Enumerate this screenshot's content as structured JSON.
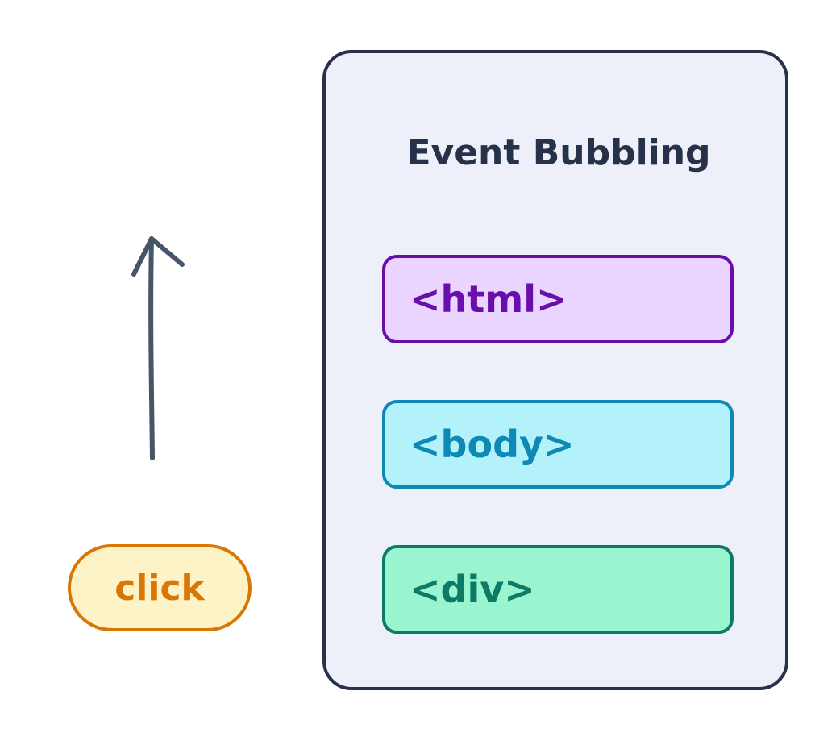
{
  "diagram": {
    "title": "Event Bubbling",
    "trigger": {
      "label": "click",
      "colors": {
        "fill": "#fef3c7",
        "stroke": "#d97706"
      }
    },
    "arrow": {
      "direction": "up",
      "color": "#475569"
    },
    "layers": [
      {
        "label": "<html>",
        "colors": {
          "fill": "#e9d5ff",
          "stroke": "#6a0dad"
        }
      },
      {
        "label": "<body>",
        "colors": {
          "fill": "#b3f2fb",
          "stroke": "#0e88b4"
        }
      },
      {
        "label": "<div>",
        "colors": {
          "fill": "#98f5cf",
          "stroke": "#0d7a65"
        }
      }
    ],
    "panel_colors": {
      "fill": "#edf0f8",
      "stroke": "#253249"
    }
  }
}
